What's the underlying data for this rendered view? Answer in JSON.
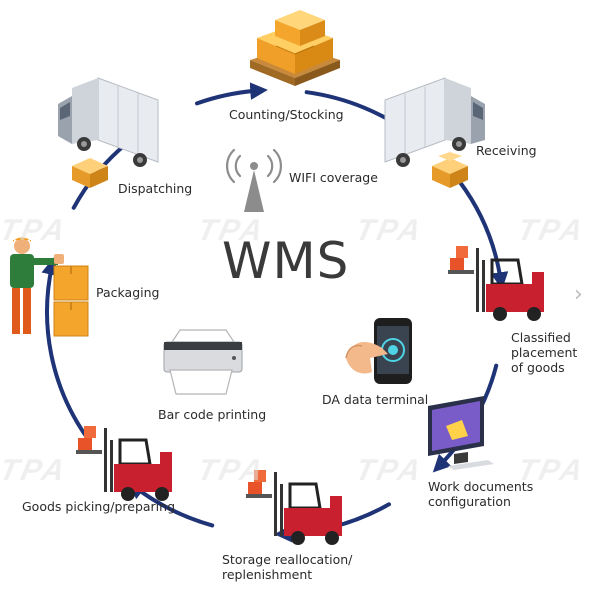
{
  "diagram": {
    "center_title": "WMS",
    "watermark": "TPA",
    "colors": {
      "ring": "#1f3377",
      "box": "#f5a623",
      "forklift_red": "#c8202e",
      "truck": "#dfe3e8"
    },
    "steps": [
      {
        "id": "counting",
        "label": "Counting/Stocking",
        "icon": "stacked-boxes-icon"
      },
      {
        "id": "receiving",
        "label": "Receiving",
        "icon": "truck-icon"
      },
      {
        "id": "classified",
        "label": "Classified\nplacement\nof goods",
        "icon": "forklift-icon"
      },
      {
        "id": "workdocs",
        "label": "Work documents\nconfiguration",
        "icon": "monitor-icon"
      },
      {
        "id": "storage",
        "label": "Storage reallocation/\nreplenishment",
        "icon": "forklift-icon"
      },
      {
        "id": "picking",
        "label": "Goods picking/preparing",
        "icon": "forklift-icon"
      },
      {
        "id": "packaging",
        "label": "Packaging",
        "icon": "worker-icon"
      },
      {
        "id": "dispatching",
        "label": "Dispatching",
        "icon": "truck-icon"
      }
    ],
    "inner": [
      {
        "id": "wifi",
        "label": "WIFI coverage",
        "icon": "wifi-icon"
      },
      {
        "id": "da",
        "label": "DA data terminal",
        "icon": "smartphone-icon"
      },
      {
        "id": "barcode",
        "label": "Bar code printing",
        "icon": "printer-icon"
      }
    ],
    "nav_arrow": "›"
  }
}
